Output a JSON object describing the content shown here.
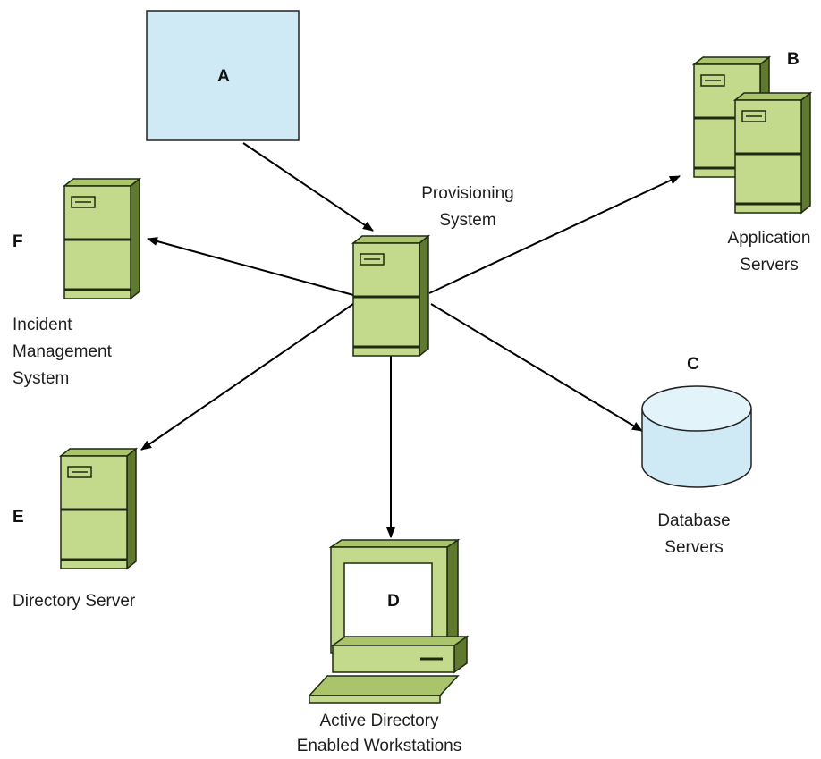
{
  "colors": {
    "server_green": "#c3d98b",
    "server_dark": "#5f7a2f",
    "box_blue": "#cfe9f5",
    "stroke": "#1f2a10"
  },
  "nodes": {
    "a": {
      "letter": "A"
    },
    "provisioning": {
      "line1": "Provisioning",
      "line2": "System"
    },
    "b": {
      "letter": "B",
      "line1": "Application",
      "line2": "Servers"
    },
    "c": {
      "letter": "C",
      "line1": "Database",
      "line2": "Servers"
    },
    "d": {
      "letter": "D",
      "line1": "Active Directory",
      "line2": "Enabled Workstations"
    },
    "e": {
      "letter": "E",
      "line1": "Directory Server"
    },
    "f": {
      "letter": "F",
      "line1": "Incident",
      "line2": "Management",
      "line3": "System"
    }
  },
  "icons": [
    "server-icon",
    "database-icon",
    "workstation-icon"
  ]
}
